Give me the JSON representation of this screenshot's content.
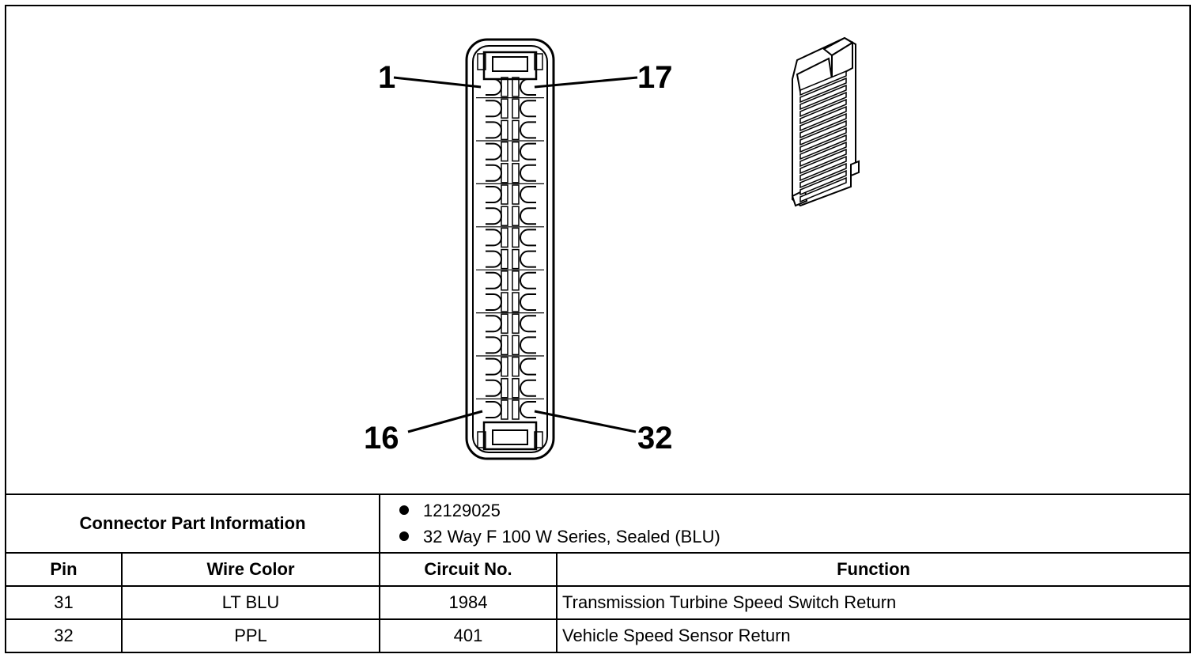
{
  "pin_labels": {
    "top_left": "1",
    "top_right": "17",
    "bottom_left": "16",
    "bottom_right": "32"
  },
  "connector": {
    "part_info_label": "Connector Part Information",
    "part_info": [
      "12129025",
      "32 Way F 100 W Series, Sealed (BLU)"
    ]
  },
  "table": {
    "headers": {
      "pin": "Pin",
      "wire_color": "Wire Color",
      "circuit": "Circuit No.",
      "function": "Function"
    },
    "rows": [
      {
        "pin": "31",
        "wire_color": "LT BLU",
        "circuit": "1984",
        "function": "Transmission Turbine Speed Switch Return"
      },
      {
        "pin": "32",
        "wire_color": "PPL",
        "circuit": "401",
        "function": "Vehicle Speed Sensor Return"
      }
    ]
  }
}
